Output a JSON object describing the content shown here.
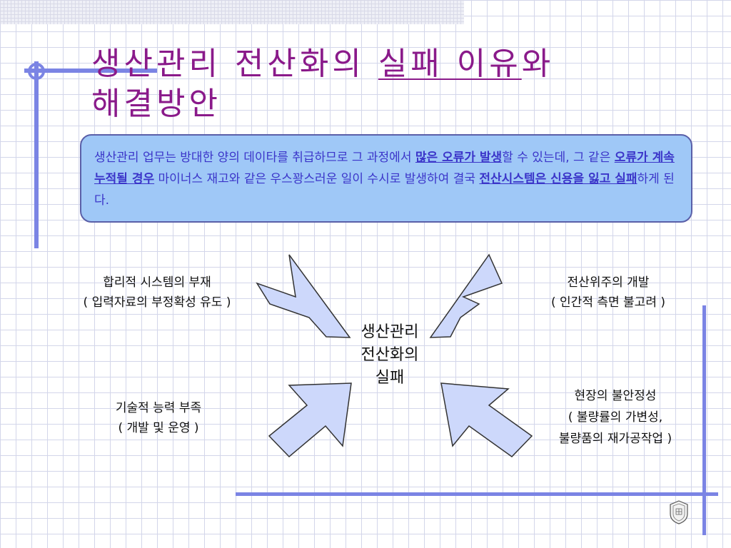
{
  "title": {
    "line1_a": "생산관리 전산화의 ",
    "line1_u": "실패 이유",
    "line1_b": "와",
    "line2": "해결방안"
  },
  "summary": {
    "s1": "생산관리 업무는 방대한 양의 데이타를 취급하므로 그 과정에서 ",
    "e1": "많은 오류가 발생",
    "s2": "할 수 있는데, 그 같은 ",
    "e2": "오류가 계속 누적될 경우",
    "s3": " 마이너스 재고와 같은 우스꽝스러운 일이 수시로 발생하여 결국 ",
    "e3": "전산시스템은 신용을 잃고 실패",
    "s4": "하게 된다."
  },
  "center": {
    "line1": "생산관리",
    "line2": "전산화의",
    "line3": "실패"
  },
  "reasons": {
    "top_left": {
      "line1": "합리적 시스템의 부재",
      "line2": "( 입력자료의 부정확성 유도 )"
    },
    "top_right": {
      "line1": "전산위주의 개발",
      "line2": "( 인간적 측면 불고려 )"
    },
    "bottom_left": {
      "line1": "기술적 능력 부족",
      "line2": "( 개발 및 운영 )"
    },
    "bottom_right": {
      "line1": "현장의 불안정성",
      "line2": "( 불량률의 가변성,",
      "line3": "불량품의 재가공작업 )"
    }
  },
  "colors": {
    "accent_bar": "#7b84e4",
    "title": "#8a1a8a",
    "box_fill": "#9fc8f7",
    "box_text": "#3b35c9",
    "arrow_fill": "#cdd8fb",
    "arrow_stroke": "#333333"
  },
  "icons": {
    "corner_logo": "university-seal-icon"
  }
}
